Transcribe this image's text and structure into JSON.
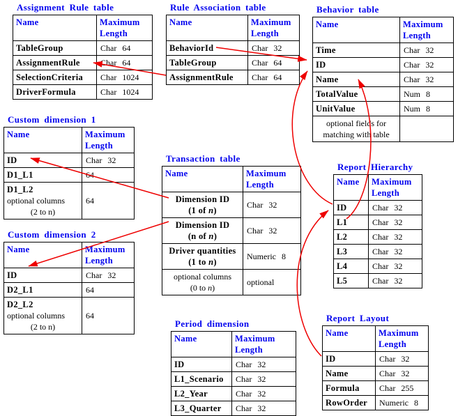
{
  "colors": {
    "title_blue": "#0000EE",
    "arrow_red": "#EE0000",
    "border_black": "#000000",
    "background": "#FFFFFF"
  },
  "tables": {
    "assignment": {
      "title": "Assignment Rule table",
      "headers": [
        "Name",
        "Maximum Length"
      ],
      "rows": [
        {
          "lines": [
            {
              "segs": [
                {
                  "t": "TableGroup",
                  "b": 1
                }
              ]
            }
          ],
          "value": "Char 64"
        },
        {
          "lines": [
            {
              "segs": [
                {
                  "t": "AssignmentRule",
                  "b": 1
                }
              ]
            }
          ],
          "value": "Char 64"
        },
        {
          "lines": [
            {
              "segs": [
                {
                  "t": "SelectionCriteria",
                  "b": 1
                }
              ]
            }
          ],
          "value": "Char 1024"
        },
        {
          "lines": [
            {
              "segs": [
                {
                  "t": "DriverFormula",
                  "b": 1
                }
              ]
            }
          ],
          "value": "Char 1024"
        }
      ]
    },
    "ruleAssociation": {
      "title": "Rule Association table",
      "headers": [
        "Name",
        "Maximum Length"
      ],
      "rows": [
        {
          "lines": [
            {
              "segs": [
                {
                  "t": "BehaviorId",
                  "b": 1
                }
              ]
            }
          ],
          "value": "Char 32"
        },
        {
          "lines": [
            {
              "segs": [
                {
                  "t": "TableGroup",
                  "b": 1
                }
              ]
            }
          ],
          "value": "Char 64"
        },
        {
          "lines": [
            {
              "segs": [
                {
                  "t": "AssignmentRule",
                  "b": 1
                }
              ]
            }
          ],
          "value": "Char 64"
        }
      ]
    },
    "behavior": {
      "title": "Behavior table",
      "headers": [
        "Name",
        "Maximum Length"
      ],
      "rows": [
        {
          "lines": [
            {
              "segs": [
                {
                  "t": "Time",
                  "b": 1
                }
              ]
            }
          ],
          "value": "Char 32"
        },
        {
          "lines": [
            {
              "segs": [
                {
                  "t": "ID",
                  "b": 1
                }
              ]
            }
          ],
          "value": "Char 32"
        },
        {
          "lines": [
            {
              "segs": [
                {
                  "t": "Name",
                  "b": 1
                }
              ]
            }
          ],
          "value": "Char 32"
        },
        {
          "lines": [
            {
              "segs": [
                {
                  "t": "TotalValue",
                  "b": 1
                }
              ]
            }
          ],
          "value": "Num 8"
        },
        {
          "lines": [
            {
              "segs": [
                {
                  "t": "UnitValue",
                  "b": 1
                }
              ]
            }
          ],
          "value": "Num 8"
        },
        {
          "lines": [
            {
              "c": 1,
              "segs": [
                {
                  "t": "optional fields for"
                }
              ]
            },
            {
              "c": 1,
              "segs": [
                {
                  "t": "matching with table"
                }
              ]
            }
          ],
          "value": ""
        }
      ]
    },
    "custom1": {
      "title": "Custom dimension 1",
      "headers": [
        "Name",
        "Maximum Length"
      ],
      "rows": [
        {
          "lines": [
            {
              "segs": [
                {
                  "t": "ID",
                  "b": 1
                }
              ]
            }
          ],
          "value": "Char 32"
        },
        {
          "lines": [
            {
              "segs": [
                {
                  "t": "D1_L1",
                  "b": 1
                }
              ]
            }
          ],
          "value": "64"
        },
        {
          "lines": [
            {
              "segs": [
                {
                  "t": "D1_L2",
                  "b": 1
                }
              ]
            },
            {
              "segs": [
                {
                  "t": "optional columns"
                }
              ]
            },
            {
              "c": 1,
              "segs": [
                {
                  "t": "(2 to n)"
                }
              ]
            }
          ],
          "value": "64"
        }
      ]
    },
    "custom2": {
      "title": "Custom dimension 2",
      "headers": [
        "Name",
        "Maximum Length"
      ],
      "rows": [
        {
          "lines": [
            {
              "segs": [
                {
                  "t": "ID",
                  "b": 1
                }
              ]
            }
          ],
          "value": "Char 32"
        },
        {
          "lines": [
            {
              "segs": [
                {
                  "t": "D2_L1",
                  "b": 1
                }
              ]
            }
          ],
          "value": "64"
        },
        {
          "lines": [
            {
              "segs": [
                {
                  "t": "D2_L2",
                  "b": 1
                }
              ]
            },
            {
              "segs": [
                {
                  "t": "optional columns"
                }
              ]
            },
            {
              "c": 1,
              "segs": [
                {
                  "t": "(2 to n)"
                }
              ]
            }
          ],
          "value": "64"
        }
      ]
    },
    "transaction": {
      "title": "Transaction table",
      "headers": [
        "Name",
        "Maximum Length"
      ],
      "rows": [
        {
          "lines": [
            {
              "c": 1,
              "segs": [
                {
                  "t": "Dimension ID",
                  "b": 1
                }
              ]
            },
            {
              "c": 1,
              "segs": [
                {
                  "t": "(1 of ",
                  "b": 1
                },
                {
                  "t": "n",
                  "b": 1,
                  "i": 1
                },
                {
                  "t": ")",
                  "b": 1
                }
              ]
            }
          ],
          "value": "Char 32"
        },
        {
          "lines": [
            {
              "c": 1,
              "segs": [
                {
                  "t": "Dimension ID",
                  "b": 1
                }
              ]
            },
            {
              "c": 1,
              "segs": [
                {
                  "t": "(n of ",
                  "b": 1
                },
                {
                  "t": "n",
                  "b": 1,
                  "i": 1
                },
                {
                  "t": ")",
                  "b": 1
                }
              ]
            }
          ],
          "value": "Char 32"
        },
        {
          "lines": [
            {
              "c": 1,
              "segs": [
                {
                  "t": "Driver quantities",
                  "b": 1
                }
              ]
            },
            {
              "c": 1,
              "segs": [
                {
                  "t": "(1 to ",
                  "b": 1
                },
                {
                  "t": "n",
                  "b": 1,
                  "i": 1
                },
                {
                  "t": ")",
                  "b": 1
                }
              ]
            }
          ],
          "value": "Numeric 8"
        },
        {
          "lines": [
            {
              "c": 1,
              "segs": [
                {
                  "t": "optional columns"
                }
              ]
            },
            {
              "c": 1,
              "segs": [
                {
                  "t": "(0 to "
                },
                {
                  "t": "n",
                  "i": 1
                },
                {
                  "t": ")"
                }
              ]
            }
          ],
          "value": "optional"
        }
      ]
    },
    "reportHierarchy": {
      "title": "Report Hierarchy",
      "headers": [
        "Name",
        "Maximum Length"
      ],
      "rows": [
        {
          "lines": [
            {
              "segs": [
                {
                  "t": "ID",
                  "b": 1
                }
              ]
            }
          ],
          "value": "Char 32"
        },
        {
          "lines": [
            {
              "segs": [
                {
                  "t": "L1",
                  "b": 1
                }
              ]
            }
          ],
          "value": "Char 32"
        },
        {
          "lines": [
            {
              "segs": [
                {
                  "t": "L2",
                  "b": 1
                }
              ]
            }
          ],
          "value": "Char 32"
        },
        {
          "lines": [
            {
              "segs": [
                {
                  "t": "L3",
                  "b": 1
                }
              ]
            }
          ],
          "value": "Char 32"
        },
        {
          "lines": [
            {
              "segs": [
                {
                  "t": "L4",
                  "b": 1
                }
              ]
            }
          ],
          "value": "Char 32"
        },
        {
          "lines": [
            {
              "segs": [
                {
                  "t": "L5",
                  "b": 1
                }
              ]
            }
          ],
          "value": "Char 32"
        }
      ]
    },
    "periodDimension": {
      "title": "Period dimension",
      "headers": [
        "Name",
        "Maximum Length"
      ],
      "rows": [
        {
          "lines": [
            {
              "segs": [
                {
                  "t": "ID",
                  "b": 1
                }
              ]
            }
          ],
          "value": "Char 32"
        },
        {
          "lines": [
            {
              "segs": [
                {
                  "t": "L1_Scenario",
                  "b": 1
                }
              ]
            }
          ],
          "value": "Char 32"
        },
        {
          "lines": [
            {
              "segs": [
                {
                  "t": "L2_Year",
                  "b": 1
                }
              ]
            }
          ],
          "value": "Char 32"
        },
        {
          "lines": [
            {
              "segs": [
                {
                  "t": "L3_Quarter",
                  "b": 1
                }
              ]
            }
          ],
          "value": "Char 32"
        }
      ]
    },
    "reportLayout": {
      "title": "Report Layout",
      "headers": [
        "Name",
        "Maximum Length"
      ],
      "rows": [
        {
          "lines": [
            {
              "segs": [
                {
                  "t": "ID",
                  "b": 1
                }
              ]
            }
          ],
          "value": "Char 32"
        },
        {
          "lines": [
            {
              "segs": [
                {
                  "t": "Name",
                  "b": 1
                }
              ]
            }
          ],
          "value": "Char 32"
        },
        {
          "lines": [
            {
              "segs": [
                {
                  "t": "Formula",
                  "b": 1
                }
              ]
            }
          ],
          "value": "Char 255"
        },
        {
          "lines": [
            {
              "segs": [
                {
                  "t": "RowOrder",
                  "b": 1
                }
              ]
            }
          ],
          "value": "Numeric 8"
        }
      ]
    }
  },
  "connections": [
    {
      "from": "Rule Association table.AssignmentRule",
      "to": "Assignment Rule table.AssignmentRule"
    },
    {
      "from": "Rule Association table.BehaviorId",
      "to": "Behavior table.ID"
    },
    {
      "from": "Transaction table.Dimension ID (1 of n)",
      "to": "Custom dimension 1.ID"
    },
    {
      "from": "Transaction table.Dimension ID (n of n)",
      "to": "Custom dimension 2.ID"
    },
    {
      "from": "Report Hierarchy.ID",
      "to": "Behavior table.ID"
    },
    {
      "from": "Report Hierarchy.L1",
      "to": "Behavior table.Name"
    },
    {
      "from": "Report Layout.ID",
      "to": "Report Hierarchy.ID"
    }
  ]
}
